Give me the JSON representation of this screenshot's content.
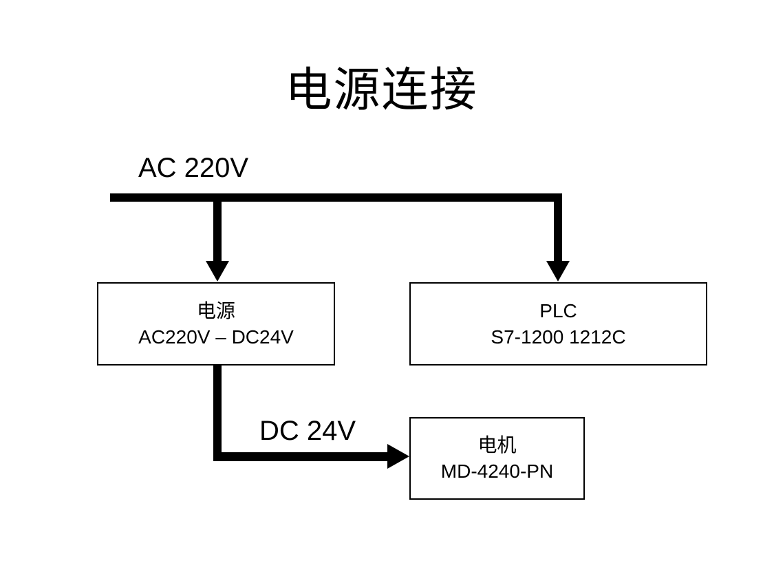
{
  "page": {
    "background_color": "#ffffff",
    "line_color": "#000000",
    "title": "电源连接"
  },
  "wire_labels": {
    "ac_input": "AC 220V",
    "dc_output": "DC 24V"
  },
  "nodes": [
    {
      "id": "power-supply",
      "line1": "电源",
      "line2": "AC220V – DC24V"
    },
    {
      "id": "plc",
      "line1": "PLC",
      "line2": "S7-1200 1212C"
    },
    {
      "id": "motor",
      "line1": "电机",
      "line2": "MD-4240-PN"
    }
  ],
  "connections": [
    {
      "from": "ac-220v-bus",
      "to": "power-supply",
      "style": "arrow-down"
    },
    {
      "from": "ac-220v-bus",
      "to": "plc",
      "style": "arrow-down"
    },
    {
      "from": "power-supply",
      "to": "motor",
      "label": "DC 24V",
      "style": "arrow-right"
    }
  ]
}
